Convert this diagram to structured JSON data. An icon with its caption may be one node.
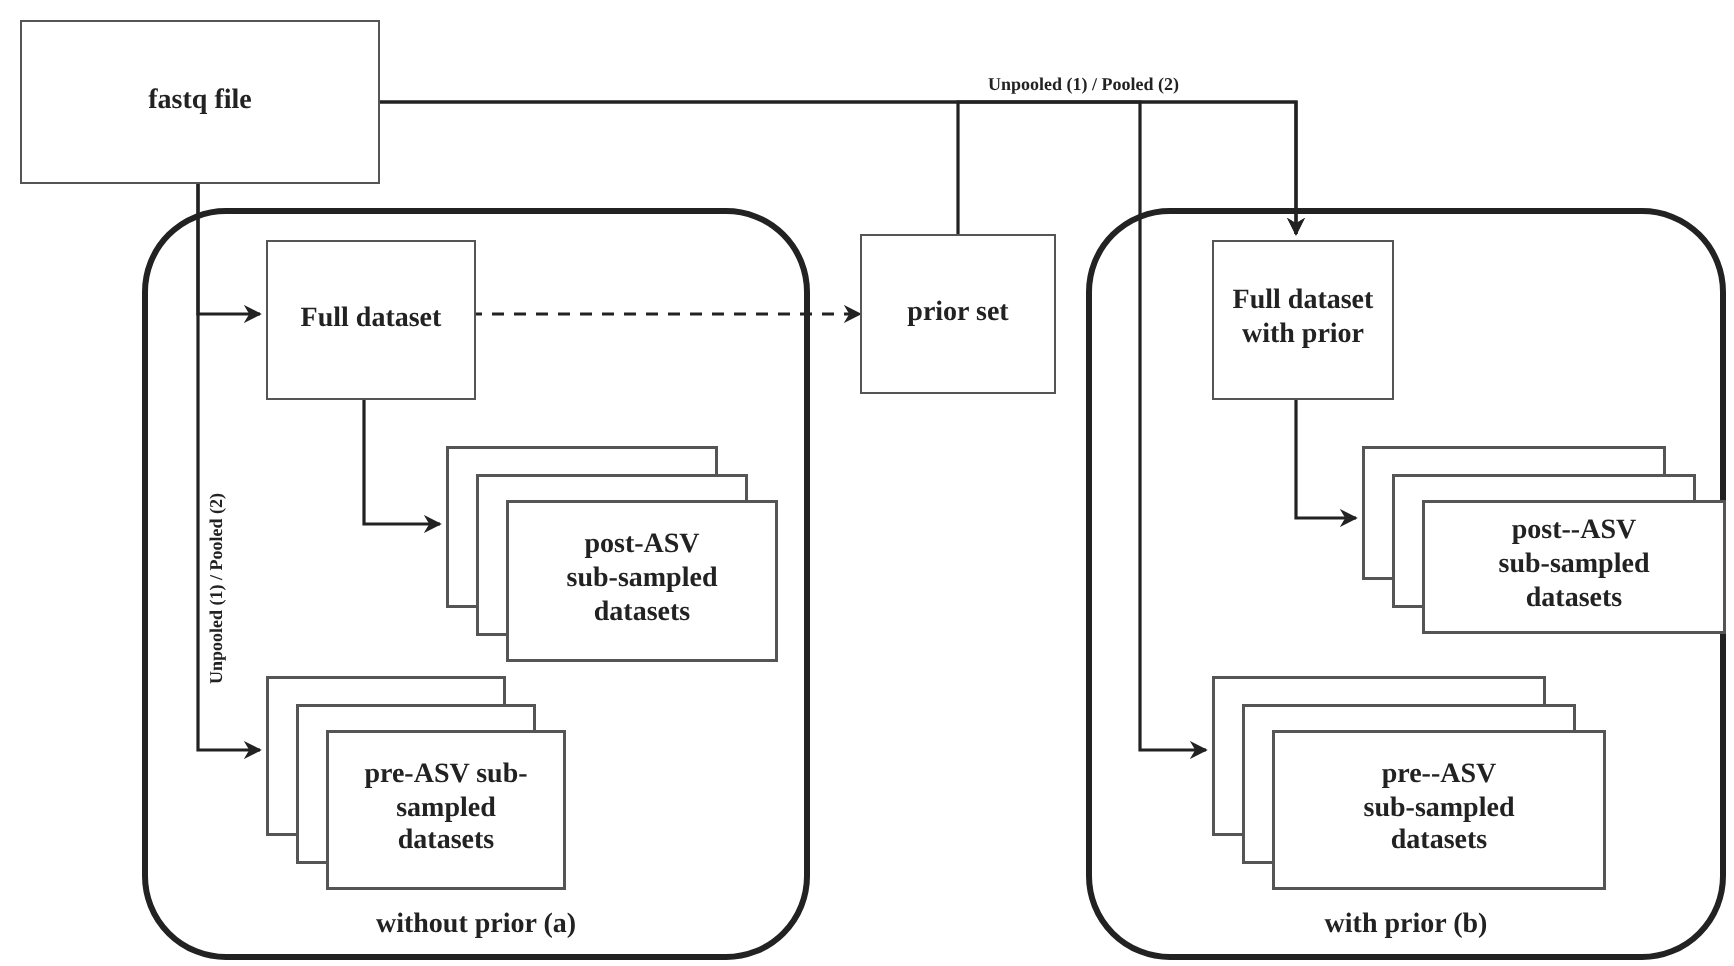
{
  "diagram": {
    "nodes": [
      {
        "text": [
          "fastq file"
        ]
      },
      {
        "text": [
          "without prior (a)"
        ]
      },
      {
        "text": [
          "Full dataset"
        ],
        "in": 1
      },
      {
        "text": [
          "post-ASV sub-sampled datasets"
        ],
        "in": 1
      },
      {
        "text": [
          "pre-ASV sub-sampled datasets"
        ],
        "in": 1
      },
      {
        "text": [
          "prior set"
        ]
      },
      {
        "text": [
          "with prior (b)"
        ]
      },
      {
        "text": [
          "Full dataset with prior"
        ],
        "in": 6
      },
      {
        "text": [
          "post--ASV sub-sampled datasets"
        ],
        "in": 6
      },
      {
        "text": [
          "pre--ASV sub-sampled datasets"
        ],
        "in": 6
      }
    ],
    "edges": [
      {
        "from": 0,
        "to": 2,
        "arrow": "to"
      },
      {
        "from": 0,
        "to": 4,
        "arrow": "to",
        "label": "Unpooled (1) / Pooled (2)"
      },
      {
        "from": 2,
        "to": 5,
        "arrow": "to",
        "style": "dashed"
      },
      {
        "from": 5,
        "to": 7,
        "arrow": "to"
      },
      {
        "from": 0,
        "to": 7,
        "arrow": "to",
        "label": "Unpooled (1) / Pooled (2)"
      },
      {
        "from": 0,
        "to": 9,
        "arrow": "to"
      },
      {
        "from": 2,
        "to": 3,
        "arrow": "to"
      },
      {
        "from": 7,
        "to": 8,
        "arrow": "to"
      }
    ]
  }
}
